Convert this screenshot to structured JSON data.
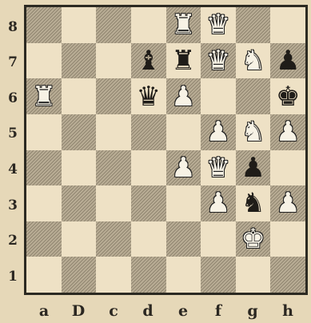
{
  "board": {
    "rank_labels": [
      "8",
      "7",
      "6",
      "5",
      "4",
      "3",
      "2",
      "1"
    ],
    "file_labels": [
      "a",
      "D",
      "c",
      "d",
      "e",
      "f",
      "g",
      "h"
    ],
    "pieces": [
      {
        "square": "e8",
        "color": "w",
        "type": "rook",
        "glyph": "♜"
      },
      {
        "square": "f8",
        "color": "w",
        "type": "queen",
        "glyph": "♛"
      },
      {
        "square": "d7",
        "color": "b",
        "type": "bishop",
        "glyph": "♝"
      },
      {
        "square": "e7",
        "color": "b",
        "type": "rook",
        "glyph": "♜"
      },
      {
        "square": "f7",
        "color": "w",
        "type": "queen",
        "glyph": "♛"
      },
      {
        "square": "g7",
        "color": "w",
        "type": "knight",
        "glyph": "♞"
      },
      {
        "square": "h7",
        "color": "b",
        "type": "pawn",
        "glyph": "♟"
      },
      {
        "square": "a6",
        "color": "w",
        "type": "rook",
        "glyph": "♜"
      },
      {
        "square": "d6",
        "color": "b",
        "type": "queen",
        "glyph": "♛"
      },
      {
        "square": "e6",
        "color": "w",
        "type": "pawn",
        "glyph": "♟"
      },
      {
        "square": "h6",
        "color": "b",
        "type": "king",
        "glyph": "♚"
      },
      {
        "square": "f5",
        "color": "w",
        "type": "pawn",
        "glyph": "♟"
      },
      {
        "square": "g5",
        "color": "w",
        "type": "knight",
        "glyph": "♞"
      },
      {
        "square": "h5",
        "color": "w",
        "type": "pawn",
        "glyph": "♟"
      },
      {
        "square": "e4",
        "color": "w",
        "type": "pawn",
        "glyph": "♟"
      },
      {
        "square": "f4",
        "color": "w",
        "type": "queen",
        "glyph": "♛"
      },
      {
        "square": "g4",
        "color": "b",
        "type": "pawn",
        "glyph": "♟"
      },
      {
        "square": "f3",
        "color": "w",
        "type": "pawn",
        "glyph": "♟"
      },
      {
        "square": "g3",
        "color": "b",
        "type": "knight",
        "glyph": "♞"
      },
      {
        "square": "h3",
        "color": "w",
        "type": "pawn",
        "glyph": "♟"
      },
      {
        "square": "g2",
        "color": "w",
        "type": "king",
        "glyph": "♚"
      }
    ]
  }
}
